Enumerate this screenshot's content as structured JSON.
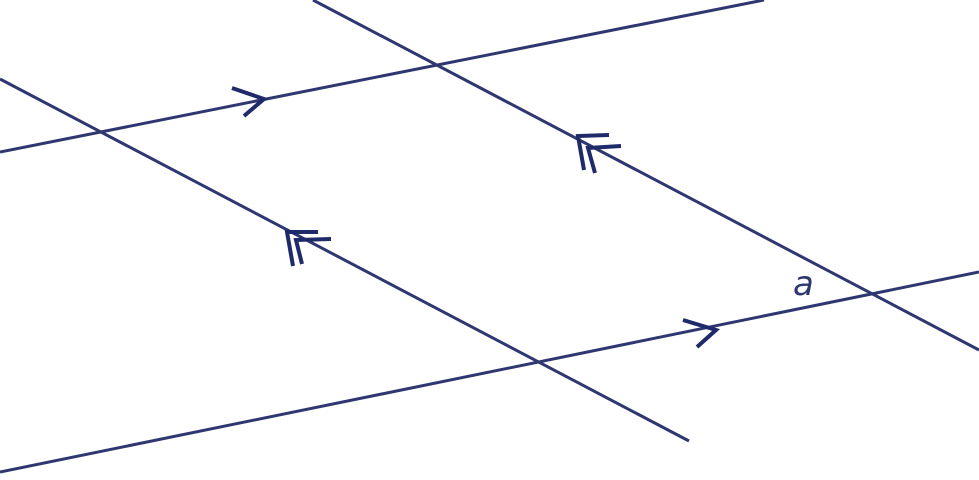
{
  "diagram": {
    "line_color": "#2f3770",
    "arrow_color": "#1f2a6b",
    "angle_label": "a",
    "arrow_marks": {
      "single": "one-chevron",
      "double": "two-chevrons"
    }
  }
}
